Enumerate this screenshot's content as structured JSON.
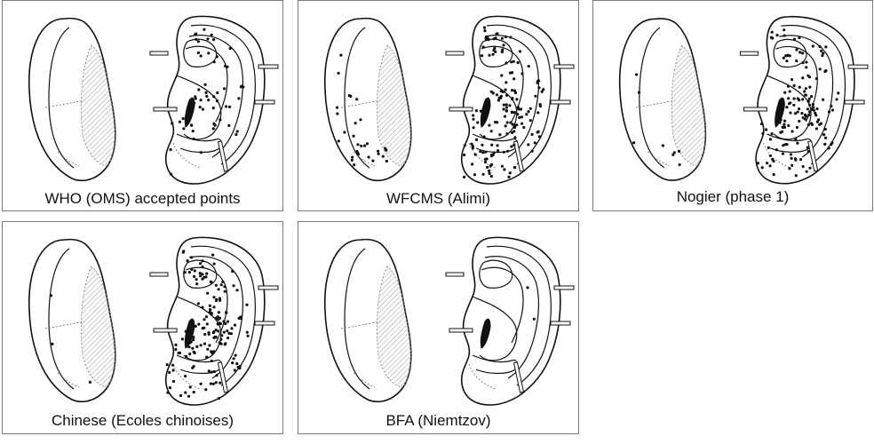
{
  "panels": [
    {
      "id": "who",
      "caption": "WHO (OMS) accepted points"
    },
    {
      "id": "wfcms",
      "caption": "WFCMS (Alimi)"
    },
    {
      "id": "nogier",
      "caption": "Nogier (phase 1)"
    },
    {
      "id": "chinese",
      "caption": "Chinese (Ecoles chinoises)"
    },
    {
      "id": "bfa",
      "caption": "BFA (Niemtzov)"
    }
  ],
  "colors": {
    "ink": "#111111",
    "hatch": "#9a9a9a",
    "border": "#7a7a7a"
  }
}
